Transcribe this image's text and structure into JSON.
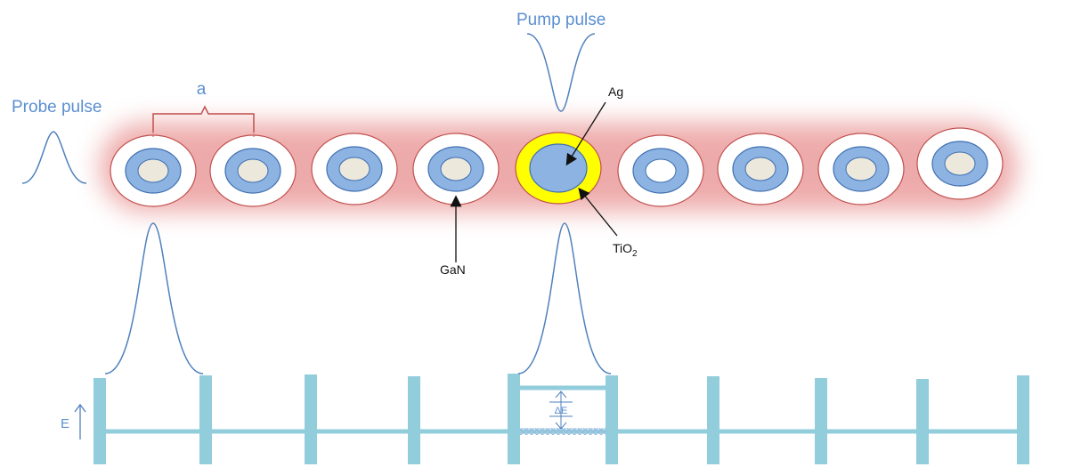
{
  "labels": {
    "probe_pulse": "Probe pulse",
    "pump_pulse": "Pump pulse",
    "lattice_constant": "a",
    "core_material": "Ag",
    "shell_material": "GaN",
    "coating_base": "TiO",
    "coating_sub": "2",
    "energy_axis": "E",
    "energy_gap": "ΔE"
  },
  "particles": {
    "count": 9,
    "excited_index": 4,
    "colors": {
      "glow": "#e06666",
      "outer": "#ffffff",
      "outline": "#c0504d",
      "shell": "#8db3e2",
      "shell_stroke": "#3f6fb0",
      "core": "#ece8dc",
      "excited_ring": "#ffff00",
      "excited_core": "#8db3e2"
    }
  },
  "energy_diagram": {
    "colors": {
      "bars": "#92cddc",
      "pulse": "#4f81bd",
      "hatch": "#9ab8e0"
    }
  }
}
